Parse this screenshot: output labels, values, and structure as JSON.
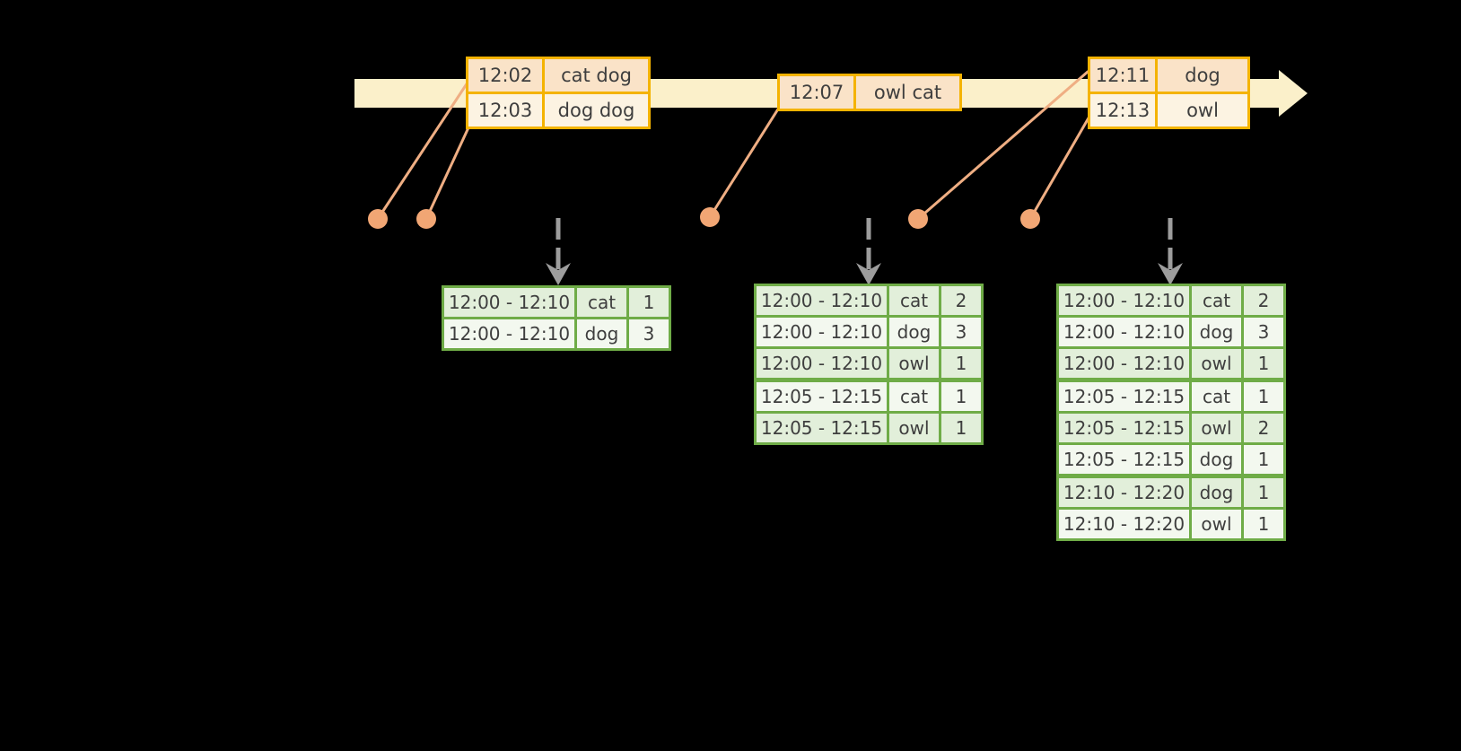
{
  "colors": {
    "background": "#000000",
    "timeline_band": "#FBF0CA",
    "event_table_border": "#F4B301",
    "event_row_peach": "#FAE3C8",
    "event_row_cream": "#FCF3E2",
    "connector_line": "#EFAE83",
    "event_dot": "#F1A674",
    "trigger_arrow_gray": "#9D9D9D",
    "result_table_border": "#6FAC47",
    "result_row_green": "#E2EFDA",
    "result_row_white": "#F3F8EF",
    "text": "#3E3E3E"
  },
  "event_stream": {
    "tables": [
      {
        "rows": [
          {
            "time": "12:02",
            "data": "cat dog"
          },
          {
            "time": "12:03",
            "data": "dog dog"
          }
        ]
      },
      {
        "rows": [
          {
            "time": "12:07",
            "data": "owl cat"
          }
        ]
      },
      {
        "rows": [
          {
            "time": "12:11",
            "data": "dog"
          },
          {
            "time": "12:13",
            "data": "owl"
          }
        ]
      }
    ],
    "event_dot_count": 5,
    "trigger_arrow_count": 3
  },
  "result_tables": [
    {
      "groups": [
        [
          [
            "12:00 - 12:10",
            "cat",
            "1"
          ],
          [
            "12:00 - 12:10",
            "dog",
            "3"
          ]
        ]
      ]
    },
    {
      "groups": [
        [
          [
            "12:00 - 12:10",
            "cat",
            "2"
          ],
          [
            "12:00 - 12:10",
            "dog",
            "3"
          ],
          [
            "12:00 - 12:10",
            "owl",
            "1"
          ]
        ],
        [
          [
            "12:05 - 12:15",
            "cat",
            "1"
          ],
          [
            "12:05 - 12:15",
            "owl",
            "1"
          ]
        ]
      ]
    },
    {
      "groups": [
        [
          [
            "12:00 - 12:10",
            "cat",
            "2"
          ],
          [
            "12:00 - 12:10",
            "dog",
            "3"
          ],
          [
            "12:00 - 12:10",
            "owl",
            "1"
          ]
        ],
        [
          [
            "12:05 - 12:15",
            "cat",
            "1"
          ],
          [
            "12:05 - 12:15",
            "owl",
            "2"
          ],
          [
            "12:05 - 12:15",
            "dog",
            "1"
          ]
        ],
        [
          [
            "12:10 - 12:20",
            "dog",
            "1"
          ],
          [
            "12:10 - 12:20",
            "owl",
            "1"
          ]
        ]
      ]
    }
  ]
}
